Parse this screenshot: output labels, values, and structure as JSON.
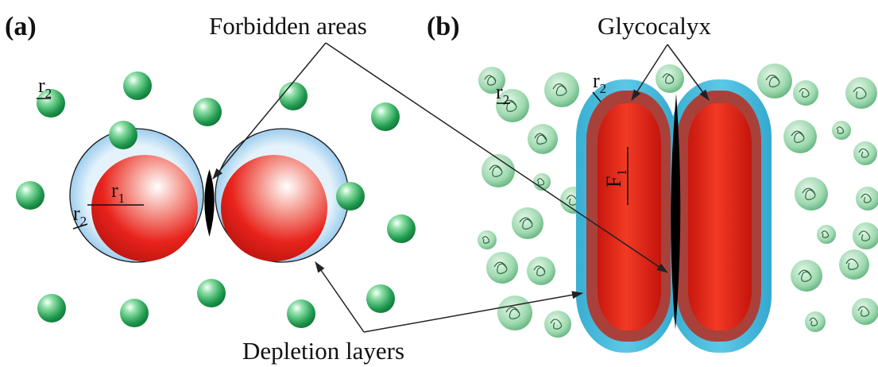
{
  "panel_a": {
    "label": "(a)",
    "r2_symbol": "r",
    "r2_sub": "2",
    "r1_symbol": "r",
    "r1_sub": "1"
  },
  "panel_b": {
    "label": "(b)",
    "r2_symbol": "r",
    "r2_sub": "2",
    "f1_symbol": "F",
    "f1_sub": "1"
  },
  "annotations": {
    "forbidden": "Forbidden areas",
    "glycocalyx": "Glycocalyx",
    "depletion": "Depletion layers"
  },
  "colors": {
    "red_cell": "#e8231c",
    "depletion_layer": "#a9d5f0",
    "glycocalyx_layer": "#3fb6d8",
    "polymer": "#2fa35a",
    "forbidden": "#000000"
  }
}
